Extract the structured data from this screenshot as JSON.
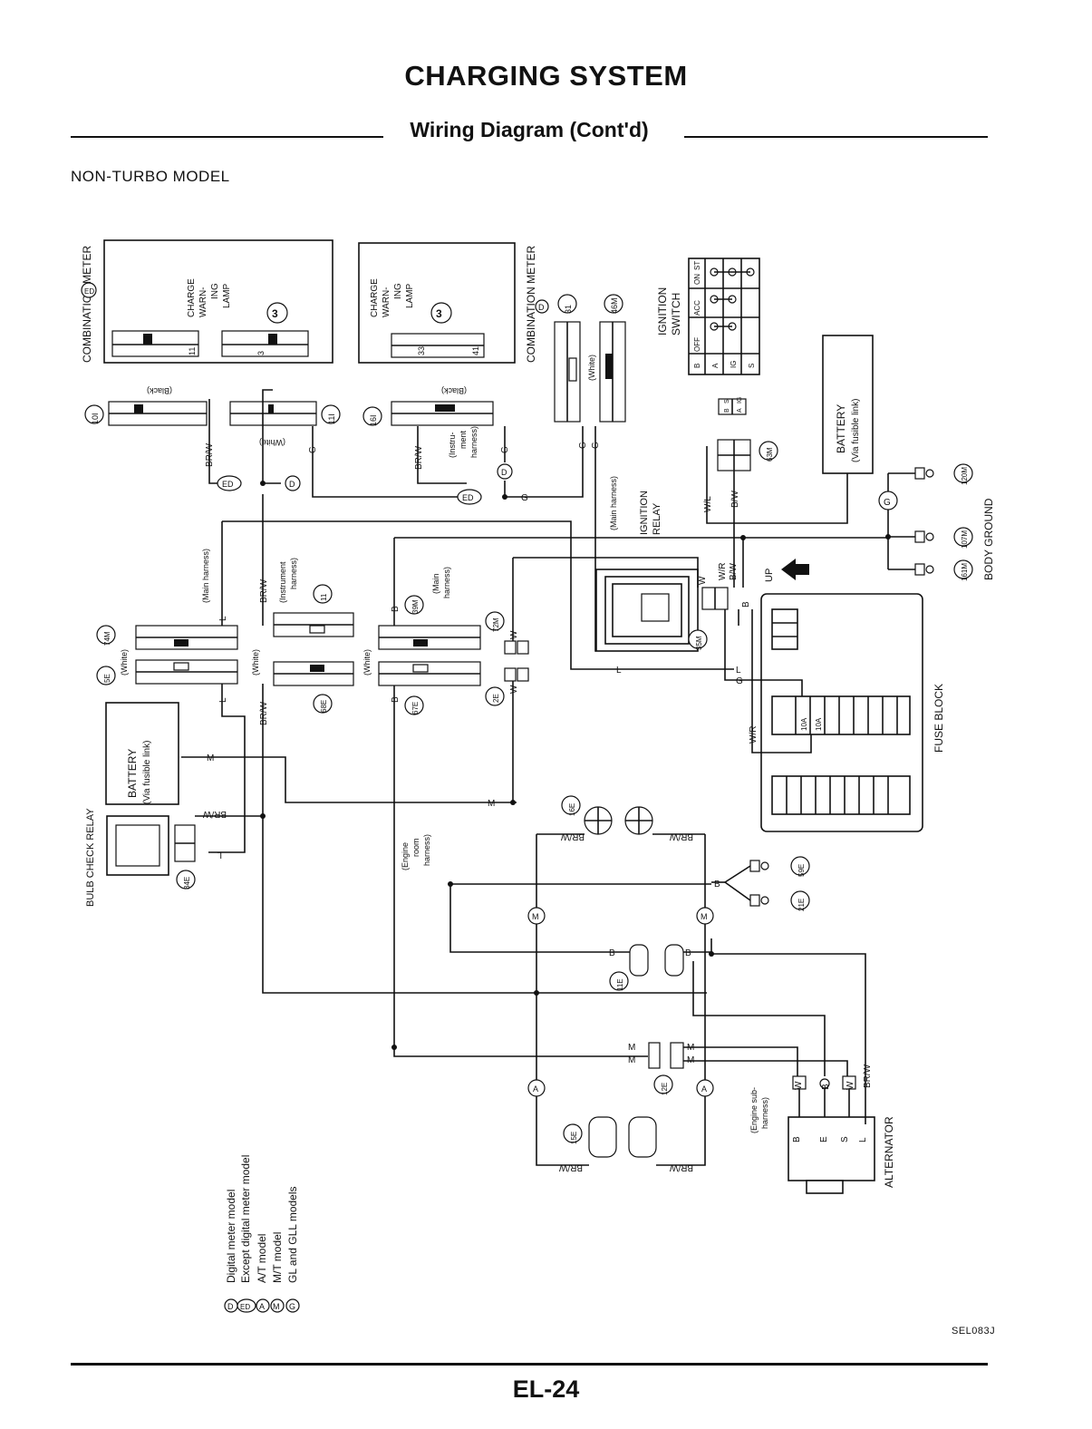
{
  "header": {
    "title": "CHARGING SYSTEM",
    "subtitle": "Wiring Diagram (Cont'd)",
    "model": "NON-TURBO MODEL"
  },
  "components": {
    "combination_meter_ed": "COMBINATION METER",
    "combination_meter_ed_mark": "ED",
    "combination_meter_d": "COMBINATION METER",
    "combination_meter_d_mark": "D",
    "charge_lamp_left": [
      "CHARGE",
      "WARN-",
      "ING",
      "LAMP"
    ],
    "charge_lamp_right": [
      "CHARGE",
      "WARN-",
      "ING",
      "LAMP"
    ],
    "lamp_pin": "3",
    "ignition_switch": [
      "IGNITION",
      "SWITCH"
    ],
    "ignition_relay": [
      "IGNITION",
      "RELAY"
    ],
    "battery_right": [
      "BATTERY",
      "(Via fusible link)"
    ],
    "battery_left": [
      "BATTERY",
      "(Via fusible link)"
    ],
    "body_ground": "BODY GROUND",
    "fuse_block": "FUSE BLOCK",
    "fuse_a": "10A",
    "fuse_b": "10A",
    "bulb_check_relay": "BULB CHECK RELAY",
    "alternator": "ALTERNATOR",
    "up_label": "UP"
  },
  "ignition_table": {
    "header": [
      "OFF",
      "ACC",
      "ON",
      "ST"
    ],
    "rows": [
      "B",
      "A",
      "IG",
      "S"
    ],
    "legend": [
      "B",
      "S",
      "A",
      "IG"
    ]
  },
  "connectors": {
    "c10i": "10I",
    "c11i": "11I",
    "c16i": "16I",
    "c31": "31",
    "c46m": "46M",
    "c63m": "63M",
    "c120m": "120M",
    "c107m": "107M",
    "c161m": "161M",
    "c74m": "74M",
    "c5e": "5E",
    "c11": "11",
    "c68e": "68E",
    "c39m": "39M",
    "c67e": "67E",
    "c72m": "72M",
    "c2e": "2E",
    "c35m": "35M",
    "c16e": "16E",
    "c59e": "59E",
    "c21e": "21E",
    "c11e": "11E",
    "c12e": "12E",
    "c15e": "15E",
    "c34e": "34E"
  },
  "pins": {
    "p11": "11",
    "p41": "41",
    "p33": "33",
    "p3": "3"
  },
  "harness": {
    "black1": "(Black)",
    "white1": "(White)",
    "black2": "(Black)",
    "white2": "(White)",
    "instrument": [
      "(Instru-",
      "ment",
      "harness)"
    ],
    "main1": "(Main harness)",
    "main2": "(Main harness)",
    "instrument2": [
      "(Instrument",
      "harness)"
    ],
    "main3": [
      "(Main",
      "harness)"
    ],
    "white3": "(White)",
    "white4": "(White)",
    "white5": "(White)",
    "engine_room": [
      "(Engine",
      "room",
      "harness)"
    ],
    "engine_sub": [
      "(Engine sub-",
      "harness)"
    ]
  },
  "wires": {
    "BR_W": "BR/W",
    "G": "G",
    "L": "L",
    "B": "B",
    "W": "W",
    "M": "M",
    "W_L": "W/L",
    "B_W": "B/W",
    "W_R": "W/R"
  },
  "marks": {
    "D": "D",
    "ED": "ED",
    "A": "A",
    "M": "M",
    "G": "G"
  },
  "alternator_terminals": [
    "B",
    "E",
    "S",
    "L"
  ],
  "legend": [
    {
      "mark": "D",
      "text": "Digital meter model"
    },
    {
      "mark": "ED",
      "text": "Except digital meter model"
    },
    {
      "mark": "A",
      "text": "A/T model"
    },
    {
      "mark": "M",
      "text": "M/T model"
    },
    {
      "mark": "G",
      "text": "GL and GLL models"
    }
  ],
  "footer": {
    "code": "SEL083J",
    "page": "EL-24"
  }
}
